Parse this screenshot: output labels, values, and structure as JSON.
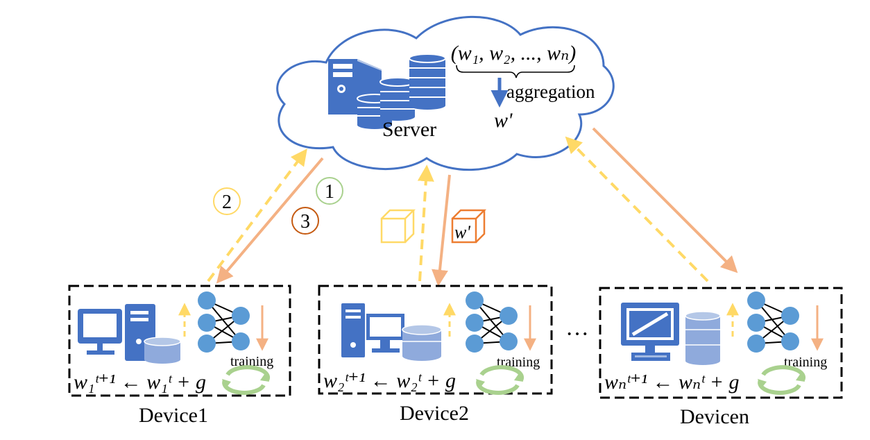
{
  "server": {
    "label": "Server",
    "weights_tuple": "(w₁, w₂, ..., wₙ)",
    "aggregation_label": "aggregation",
    "aggregated_weight": "w'"
  },
  "steps": {
    "step1": "1",
    "step2": "2",
    "step3": "3"
  },
  "transfer": {
    "model_cube_label": "w'"
  },
  "devices": [
    {
      "name": "Device1",
      "training_label": "training",
      "update_formula": "w₁ᵗ⁺¹ ← w₁ᵗ + g"
    },
    {
      "name": "Device2",
      "training_label": "training",
      "update_formula": "w₂ᵗ⁺¹ ← w₂ᵗ + g"
    },
    {
      "name": "Devicen",
      "training_label": "training",
      "update_formula": "wₙᵗ⁺¹ ← wₙᵗ + g"
    }
  ],
  "ellipsis": "···",
  "colors": {
    "cloud_stroke": "#4472c4",
    "icon_blue": "#4472c4",
    "icon_light_blue": "#8faadc",
    "neuron_blue": "#5b9bd5",
    "upload_yellow": "#ffd966",
    "download_orange": "#f4b183",
    "step1_green": "#a9d18e",
    "step2_yellow": "#ffd966",
    "step3_brown": "#c55a11",
    "cube_orange": "#ed7d31",
    "cycle_green": "#a9d18e"
  }
}
